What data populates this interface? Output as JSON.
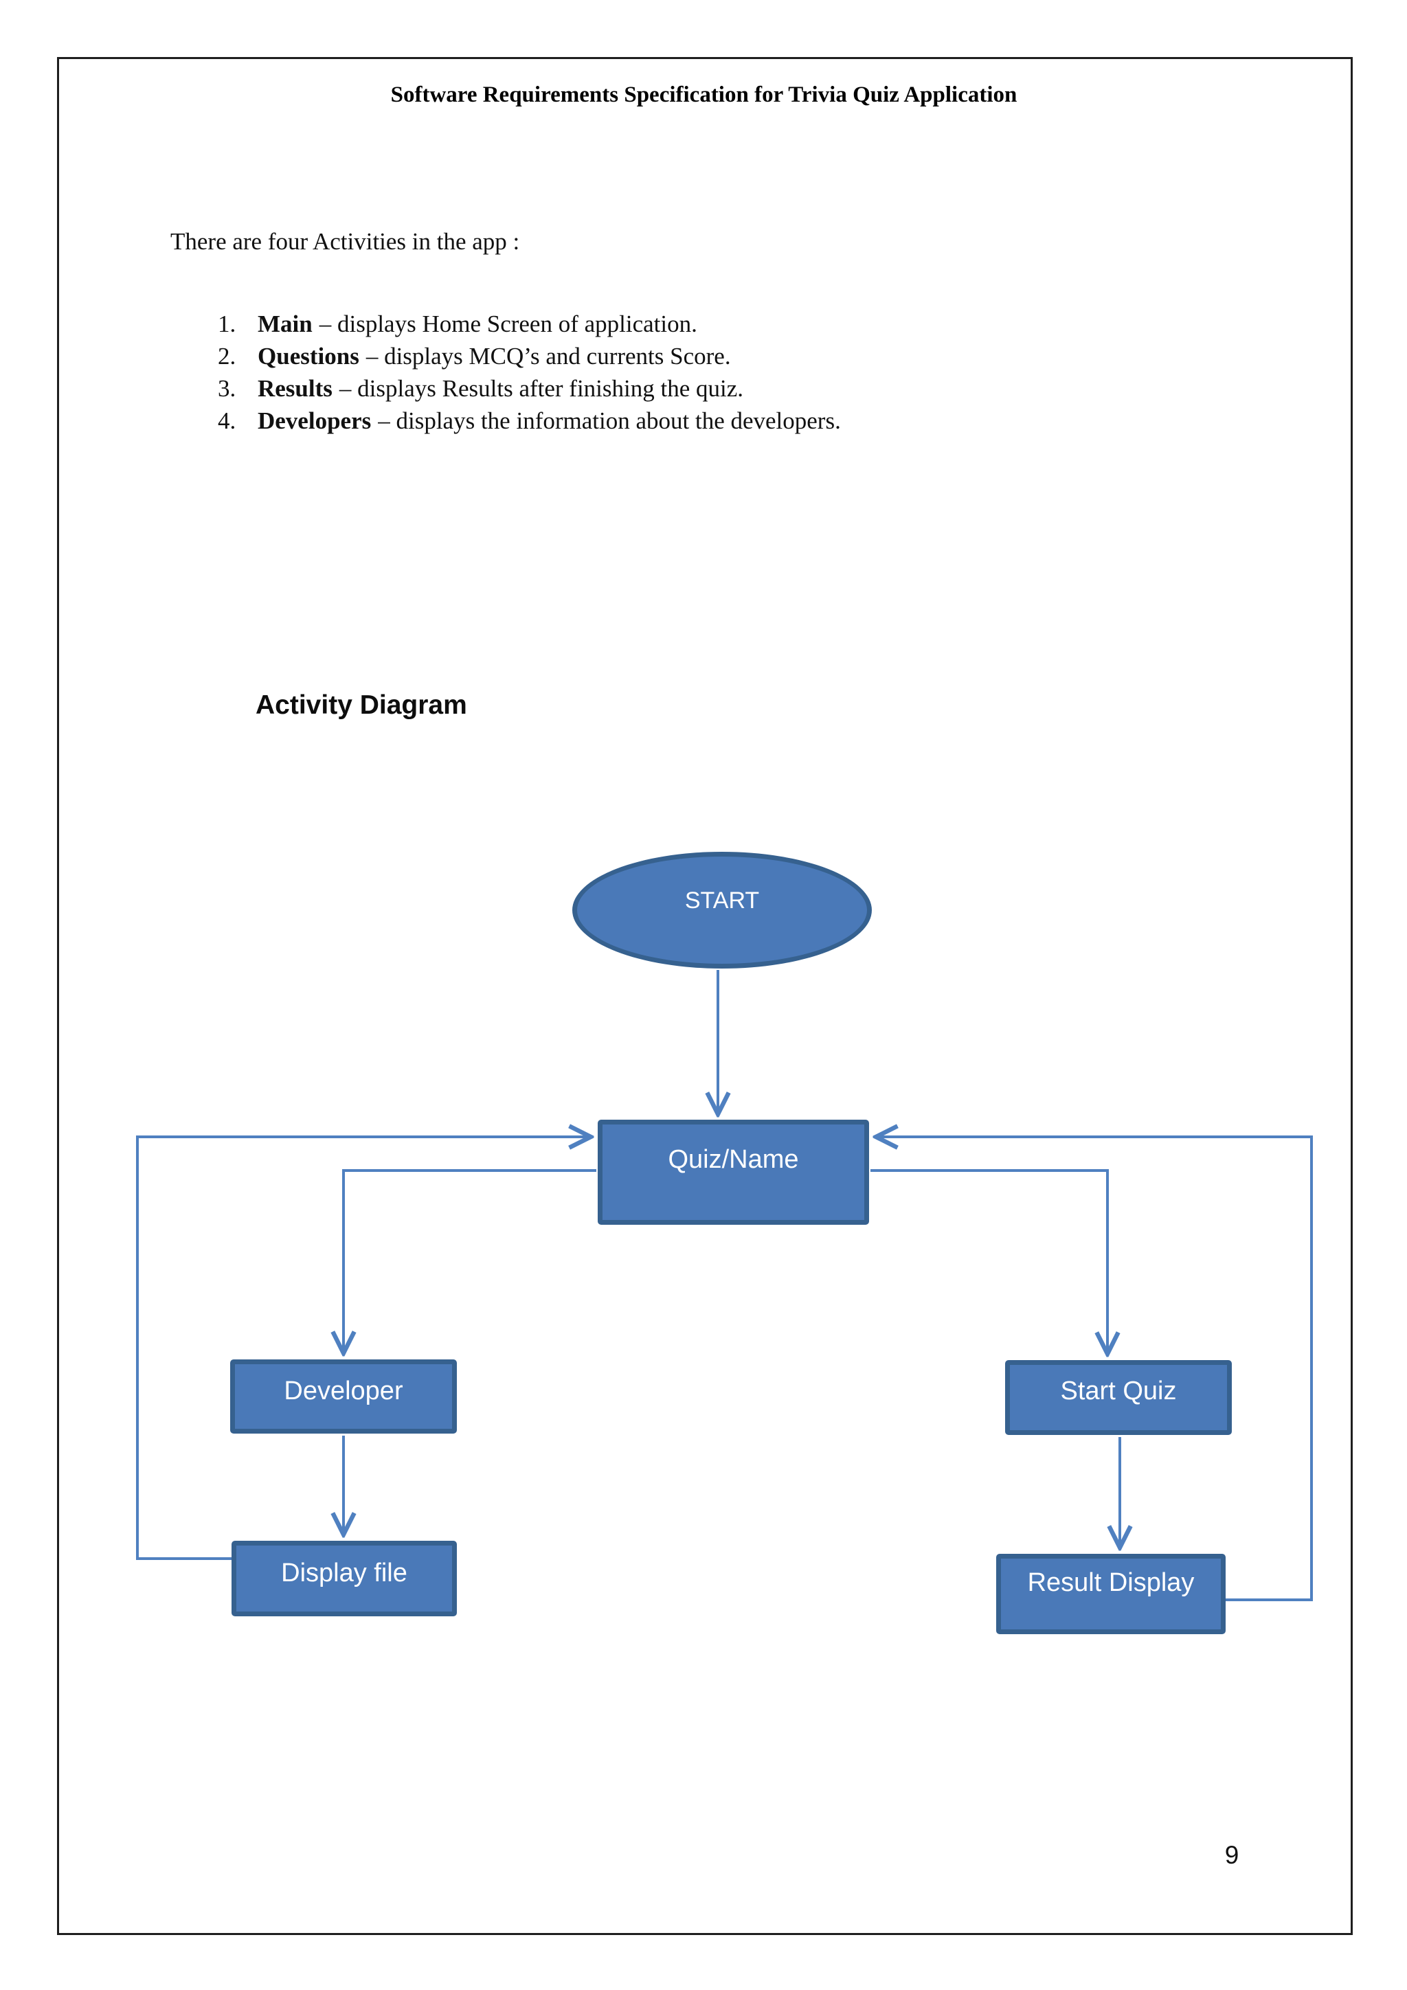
{
  "page": {
    "header_title": "Software Requirements Specification for Trivia Quiz Application",
    "page_number": "9"
  },
  "content": {
    "intro": "There are four Activities in the app :",
    "activities": [
      {
        "number": "1.",
        "name": "Main",
        "description": "– displays Home Screen of application."
      },
      {
        "number": "2.",
        "name": "Questions",
        "description": "– displays MCQ’s and currents Score."
      },
      {
        "number": "3.",
        "name": "Results",
        "description": "– displays Results after finishing the quiz."
      },
      {
        "number": "4.",
        "name": "Developers",
        "description": "– displays the information about the developers."
      }
    ],
    "diagram_heading": "Activity Diagram"
  },
  "diagram": {
    "type": "activity-flowchart",
    "colors": {
      "node_fill": "#4a79b8",
      "node_border": "#36618f",
      "connector": "#4f80c0",
      "label_text": "#ffffff"
    },
    "nodes": {
      "start": {
        "label": "START",
        "shape": "ellipse"
      },
      "quiz_name": {
        "label": "Quiz/Name",
        "shape": "rectangle"
      },
      "developer": {
        "label": "Developer",
        "shape": "rectangle"
      },
      "display_file": {
        "label": "Display file",
        "shape": "rectangle"
      },
      "start_quiz": {
        "label": "Start Quiz",
        "shape": "rectangle"
      },
      "result_display": {
        "label": "Result Display",
        "shape": "rectangle"
      }
    },
    "edges": [
      {
        "from": "start",
        "to": "quiz_name"
      },
      {
        "from": "quiz_name",
        "to": "developer"
      },
      {
        "from": "quiz_name",
        "to": "start_quiz"
      },
      {
        "from": "developer",
        "to": "display_file"
      },
      {
        "from": "start_quiz",
        "to": "result_display"
      },
      {
        "from": "display_file",
        "to": "quiz_name"
      },
      {
        "from": "result_display",
        "to": "quiz_name"
      }
    ]
  }
}
